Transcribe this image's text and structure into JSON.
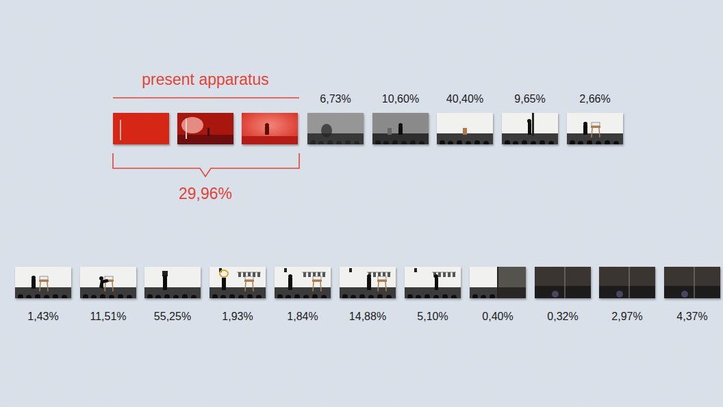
{
  "diagram": {
    "labels": [
      "present apparatus",
      "29,96%",
      "6,73%",
      "10,60%",
      "40,40%",
      "9,65%",
      "2,66%",
      "1,43%",
      "11,51%",
      "55,25%",
      "1,93%",
      "1,84%",
      "14,88%",
      "5,10%",
      "0,40%",
      "0,32%",
      "2,97%",
      "4,37%"
    ]
  }
}
